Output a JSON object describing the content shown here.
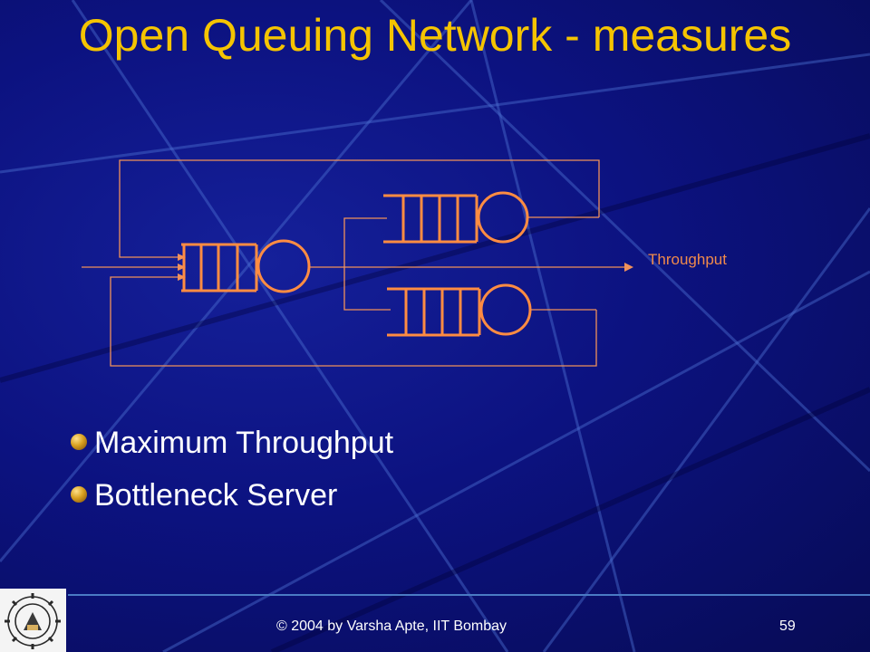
{
  "slide": {
    "title": "Open Queuing Network - measures",
    "diagram": {
      "output_label": "Throughput",
      "stations": [
        {
          "name": "left station",
          "buffer_slots": 4
        },
        {
          "name": "upper right station",
          "buffer_slots": 4
        },
        {
          "name": "lower right station",
          "buffer_slots": 4
        }
      ],
      "colors": {
        "lines": "#f0915a",
        "queues": "#ff8c42"
      }
    },
    "bullets": [
      {
        "text": "Maximum Throughput",
        "icon": "bullet-sphere-icon"
      },
      {
        "text": "Bottleneck Server",
        "icon": "bullet-sphere-icon"
      }
    ],
    "footer": {
      "copyright": "© 2004 by Varsha Apte, IIT Bombay",
      "page_number": "59",
      "logo": "iit-bombay-logo"
    },
    "colors": {
      "background": "#0c1280",
      "title": "#f5c400",
      "text": "#ffffff"
    }
  }
}
